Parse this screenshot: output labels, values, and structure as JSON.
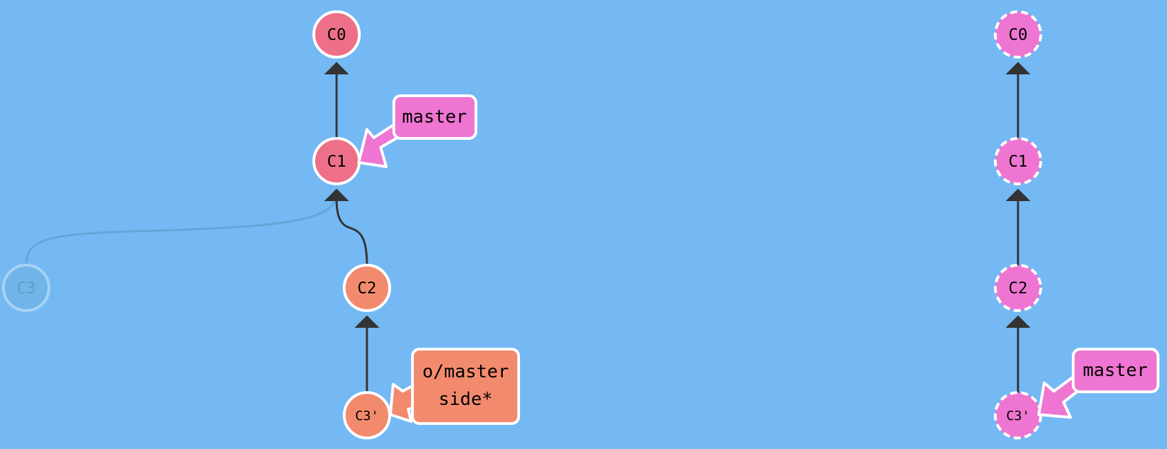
{
  "colors": {
    "background": "#74b9f4",
    "local_commit_main": "#ee7088",
    "local_commit_side": "#f28b6e",
    "ghost_commit": "#6fb5e8",
    "goal_commit": "#ee76d2",
    "edge": "#333333"
  },
  "local_tree": {
    "commits": [
      {
        "id": "C0",
        "color": "main"
      },
      {
        "id": "C1",
        "color": "main"
      },
      {
        "id": "C2",
        "color": "side"
      },
      {
        "id": "C3'",
        "color": "side"
      },
      {
        "id": "C3",
        "color": "ghost"
      }
    ],
    "branch_labels": [
      {
        "name": "master",
        "target": "C1"
      },
      {
        "name": "o/master",
        "name_line2": "side*",
        "target": "C3'"
      }
    ]
  },
  "goal_tree": {
    "commits": [
      {
        "id": "C0"
      },
      {
        "id": "C1"
      },
      {
        "id": "C2"
      },
      {
        "id": "C3'"
      }
    ],
    "branch_labels": [
      {
        "name": "master",
        "target": "C3'"
      }
    ]
  }
}
